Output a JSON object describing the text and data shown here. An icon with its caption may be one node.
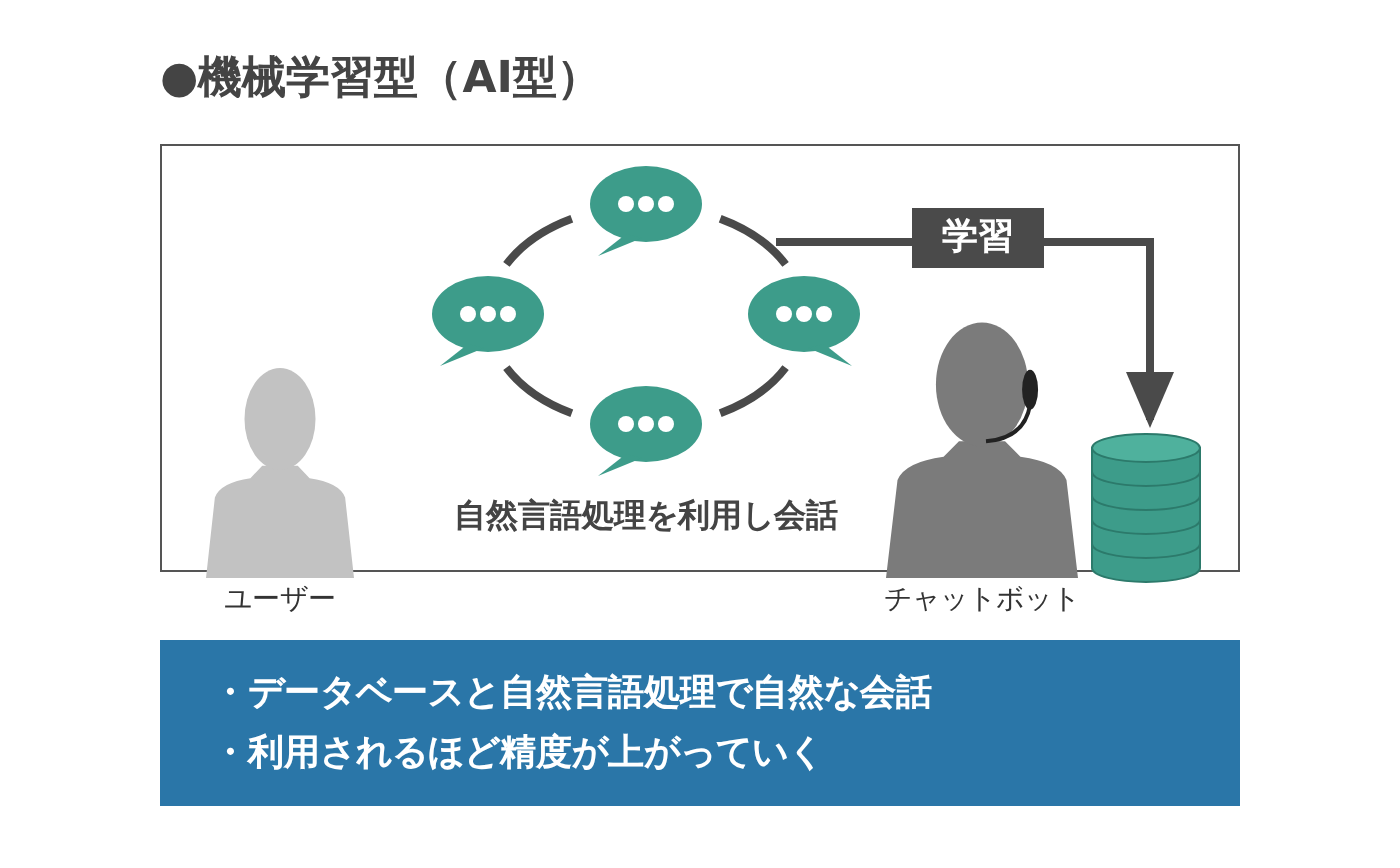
{
  "diagram": {
    "title": "●機械学習型（AI型）",
    "nodes": [
      {
        "text": [],
        "shape": "person",
        "beside": [
          "ユーザー"
        ]
      },
      {
        "text": [],
        "shape": "bubble"
      },
      {
        "text": [],
        "shape": "bubble"
      },
      {
        "text": [],
        "shape": "bubble"
      },
      {
        "text": [],
        "shape": "bubble"
      },
      {
        "text": [],
        "shape": "person",
        "beside": [
          "チャットボット"
        ]
      },
      {
        "text": [],
        "shape": "cylinder"
      },
      {
        "text": [
          "・データベースと自然言語処理で自然な会話",
          "・利用されるほど精度が上がっていく"
        ]
      }
    ],
    "edges": [
      {
        "from": 1,
        "to": 3,
        "arrow": "none"
      },
      {
        "from": 3,
        "to": 4,
        "arrow": "none"
      },
      {
        "from": 4,
        "to": 2,
        "arrow": "none"
      },
      {
        "from": 2,
        "to": 1,
        "arrow": "none"
      },
      {
        "from": null,
        "to": 6,
        "arrow": "to",
        "label": "学習"
      }
    ],
    "labels": [
      "自然言語処理を利用し会話"
    ]
  }
}
